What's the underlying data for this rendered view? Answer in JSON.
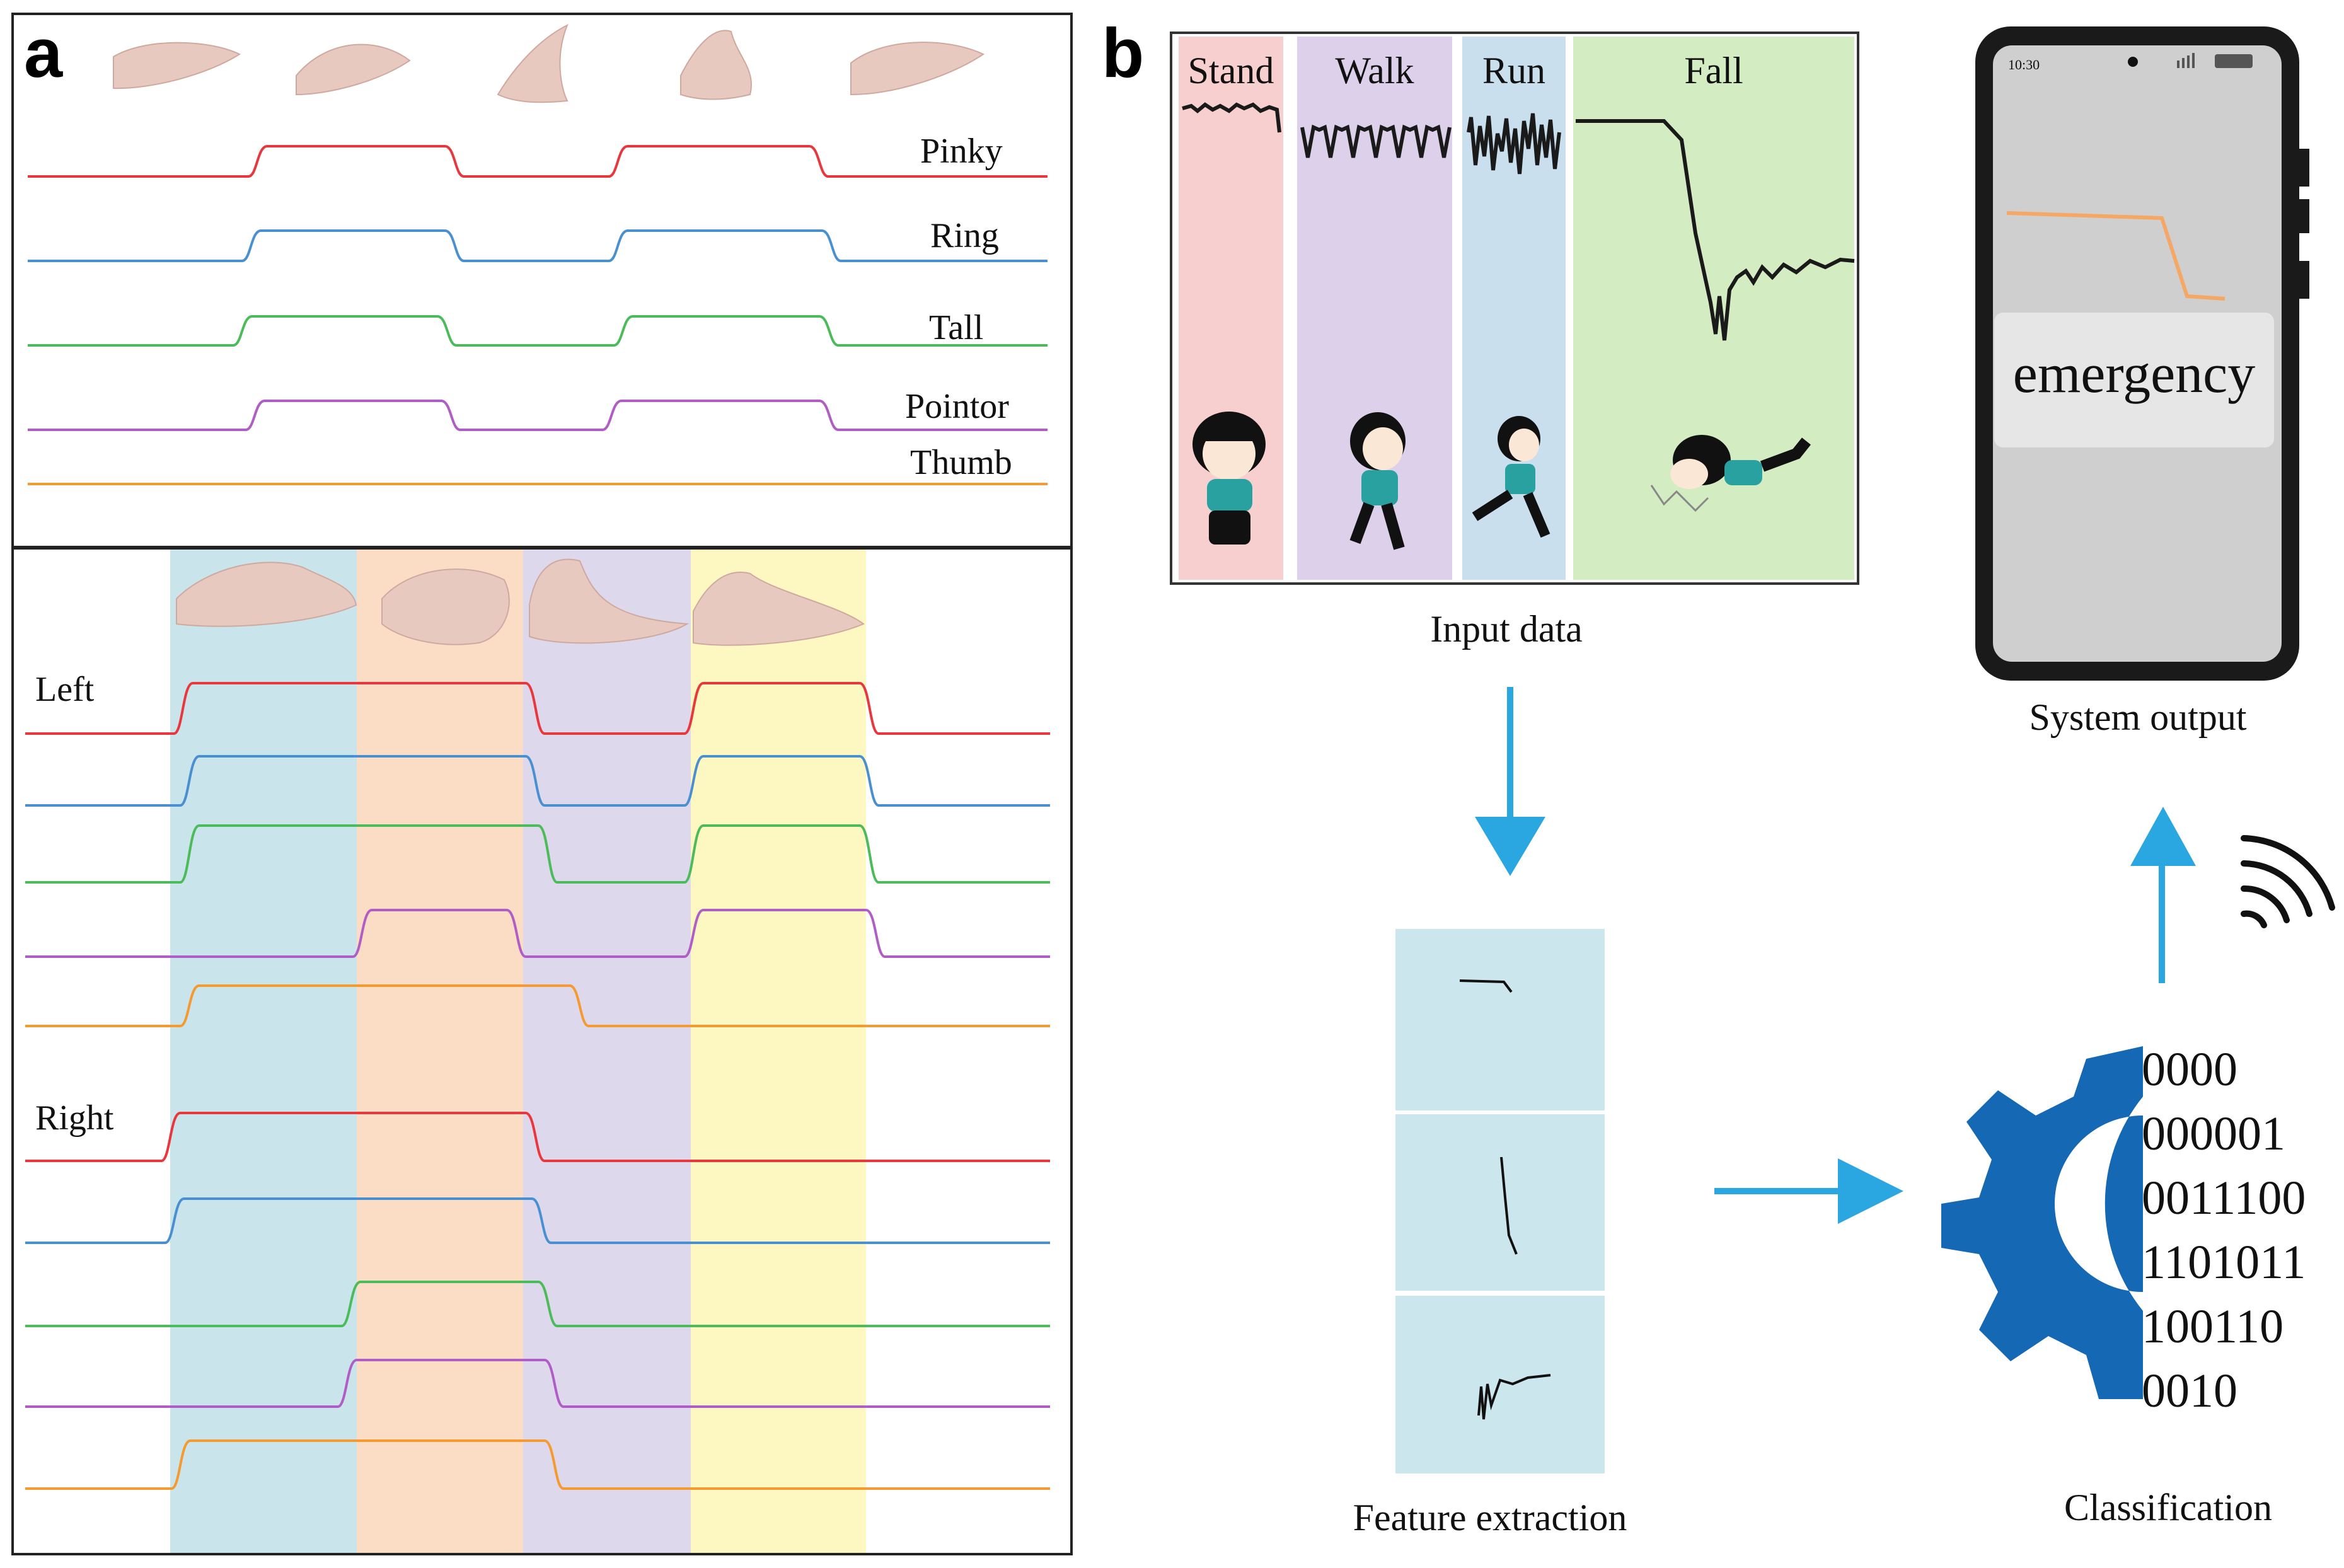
{
  "panel_a": {
    "letter": "a",
    "top": {
      "labels": [
        "Pinky",
        "Ring",
        "Tall",
        "Pointor",
        "Thumb"
      ],
      "colors": [
        "#e8383d",
        "#4a90d0",
        "#4cbb5a",
        "#b05ec6",
        "#f59a30"
      ]
    },
    "bottom": {
      "left_label": "Left",
      "right_label": "Right",
      "band_colors": [
        "#c9e4ea",
        "#fbdcc5",
        "#ddd8ec",
        "#fdf7c2"
      ]
    }
  },
  "panel_b": {
    "letter": "b",
    "activities": [
      {
        "label": "Stand",
        "color": "#f7cfcf"
      },
      {
        "label": "Walk",
        "color": "#dcd0ea"
      },
      {
        "label": "Run",
        "color": "#c9dfee"
      },
      {
        "label": "Fall",
        "color": "#d3ecc1"
      }
    ],
    "input_label": "Input data",
    "feature_label": "Feature extraction",
    "classification_label": "Classification",
    "system_output_label": "System output",
    "phone": {
      "time": "10:30",
      "alert_text": "emergency"
    },
    "binary_lines": [
      "0000",
      "000001",
      "0011100",
      "1101011",
      "100110",
      "0010"
    ],
    "colors": {
      "arrow": "#2aa6e0",
      "gear": "#1468b4",
      "binary": "#1468b4",
      "alert": "#e0262a",
      "feature_bg": "#cbe6ec"
    }
  }
}
